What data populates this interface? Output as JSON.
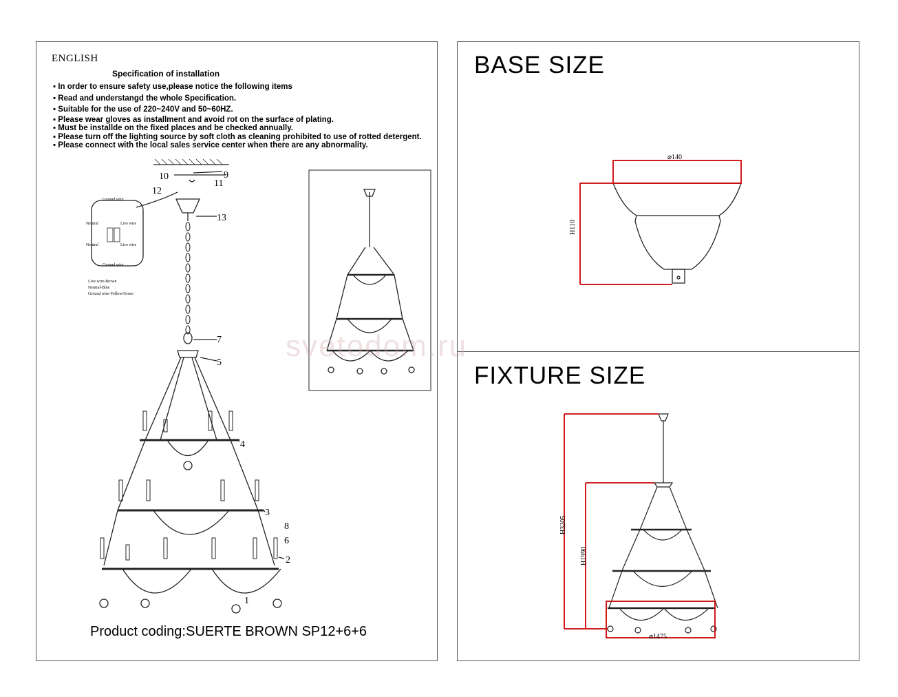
{
  "left_panel": {
    "language": "ENGLISH",
    "spec_title": "Specification of installation",
    "items": [
      "In order to ensure safety use,please notice the following items",
      "Read and understangd the whole Specification.",
      "Suitable for the use of 220~240V and 50~60HZ.",
      "Please wear gloves as installment and avoid rot on the surface of plating.",
      "Must be installde on the fixed places and be checked annually.",
      "Please turn off the lighting source by soft cloth as cleaning prohibited to use of rotted detergent.",
      "Please  connect with the local sales service center when there are any abnormality."
    ],
    "wiring": {
      "ground_top": "Ground wire",
      "neutral_1": "Neutral",
      "live_1": "Live wire",
      "neutral_2": "Neutral",
      "live_2": "Live wire",
      "ground_bottom": "Ground wire",
      "legend": [
        "Live wire-Brown",
        "Neutral-Blue",
        "Ground wire-Yellow/Green"
      ]
    },
    "callouts": [
      "10",
      "9",
      "11",
      "12",
      "13",
      "7",
      "5",
      "4",
      "3",
      "8",
      "6",
      "2",
      "1"
    ],
    "product_coding": "Product coding:SUERTE BROWN  SP12+6+6"
  },
  "right_panel": {
    "base_title": "BASE  SIZE",
    "base_diameter": "⌀140",
    "base_height": "H110",
    "fixture_title": "FIXTURE  SIZE",
    "fixture_height_total": "H3205",
    "fixture_height_body": "H1990",
    "fixture_diameter": "⌀1475"
  },
  "watermark": "svetodom.ru",
  "colors": {
    "dimension": "#cc0000",
    "line": "#333333"
  }
}
